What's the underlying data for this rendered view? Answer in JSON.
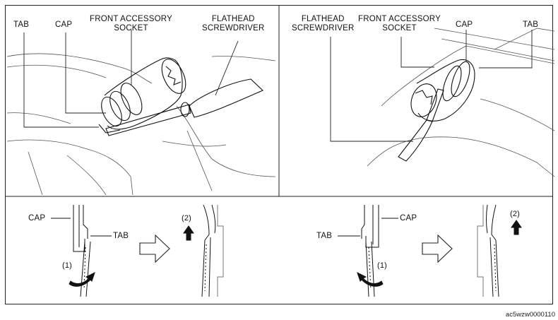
{
  "labels": {
    "left_tab": "TAB",
    "left_cap": "CAP",
    "left_socket_1": "FRONT ACCESSORY",
    "left_socket_2": "SOCKET",
    "left_driver_1": "FLATHEAD",
    "left_driver_2": "SCREWDRIVER",
    "right_driver_1": "FLATHEAD",
    "right_driver_2": "SCREWDRIVER",
    "right_socket_1": "FRONT ACCESSORY",
    "right_socket_2": "SOCKET",
    "right_cap": "CAP",
    "right_tab": "TAB"
  },
  "detail_labels": {
    "d1_cap": "CAP",
    "d1_tab": "TAB",
    "d1_step": "(1)",
    "d2_step": "(2)",
    "d3_tab": "TAB",
    "d3_cap": "CAP",
    "d3_step": "(1)",
    "d4_step": "(2)"
  },
  "figure_code": "ac5wzw0000110"
}
